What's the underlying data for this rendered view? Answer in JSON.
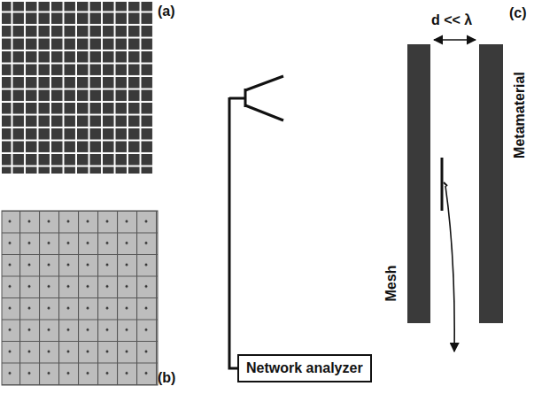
{
  "diagram": {
    "nodes": [
      {
        "text": [
          "Network analyzer"
        ]
      }
    ],
    "labels": [
      "(a)",
      "(b)",
      "(c)",
      "d << λ",
      "Mesh",
      "Metamaterial"
    ]
  }
}
